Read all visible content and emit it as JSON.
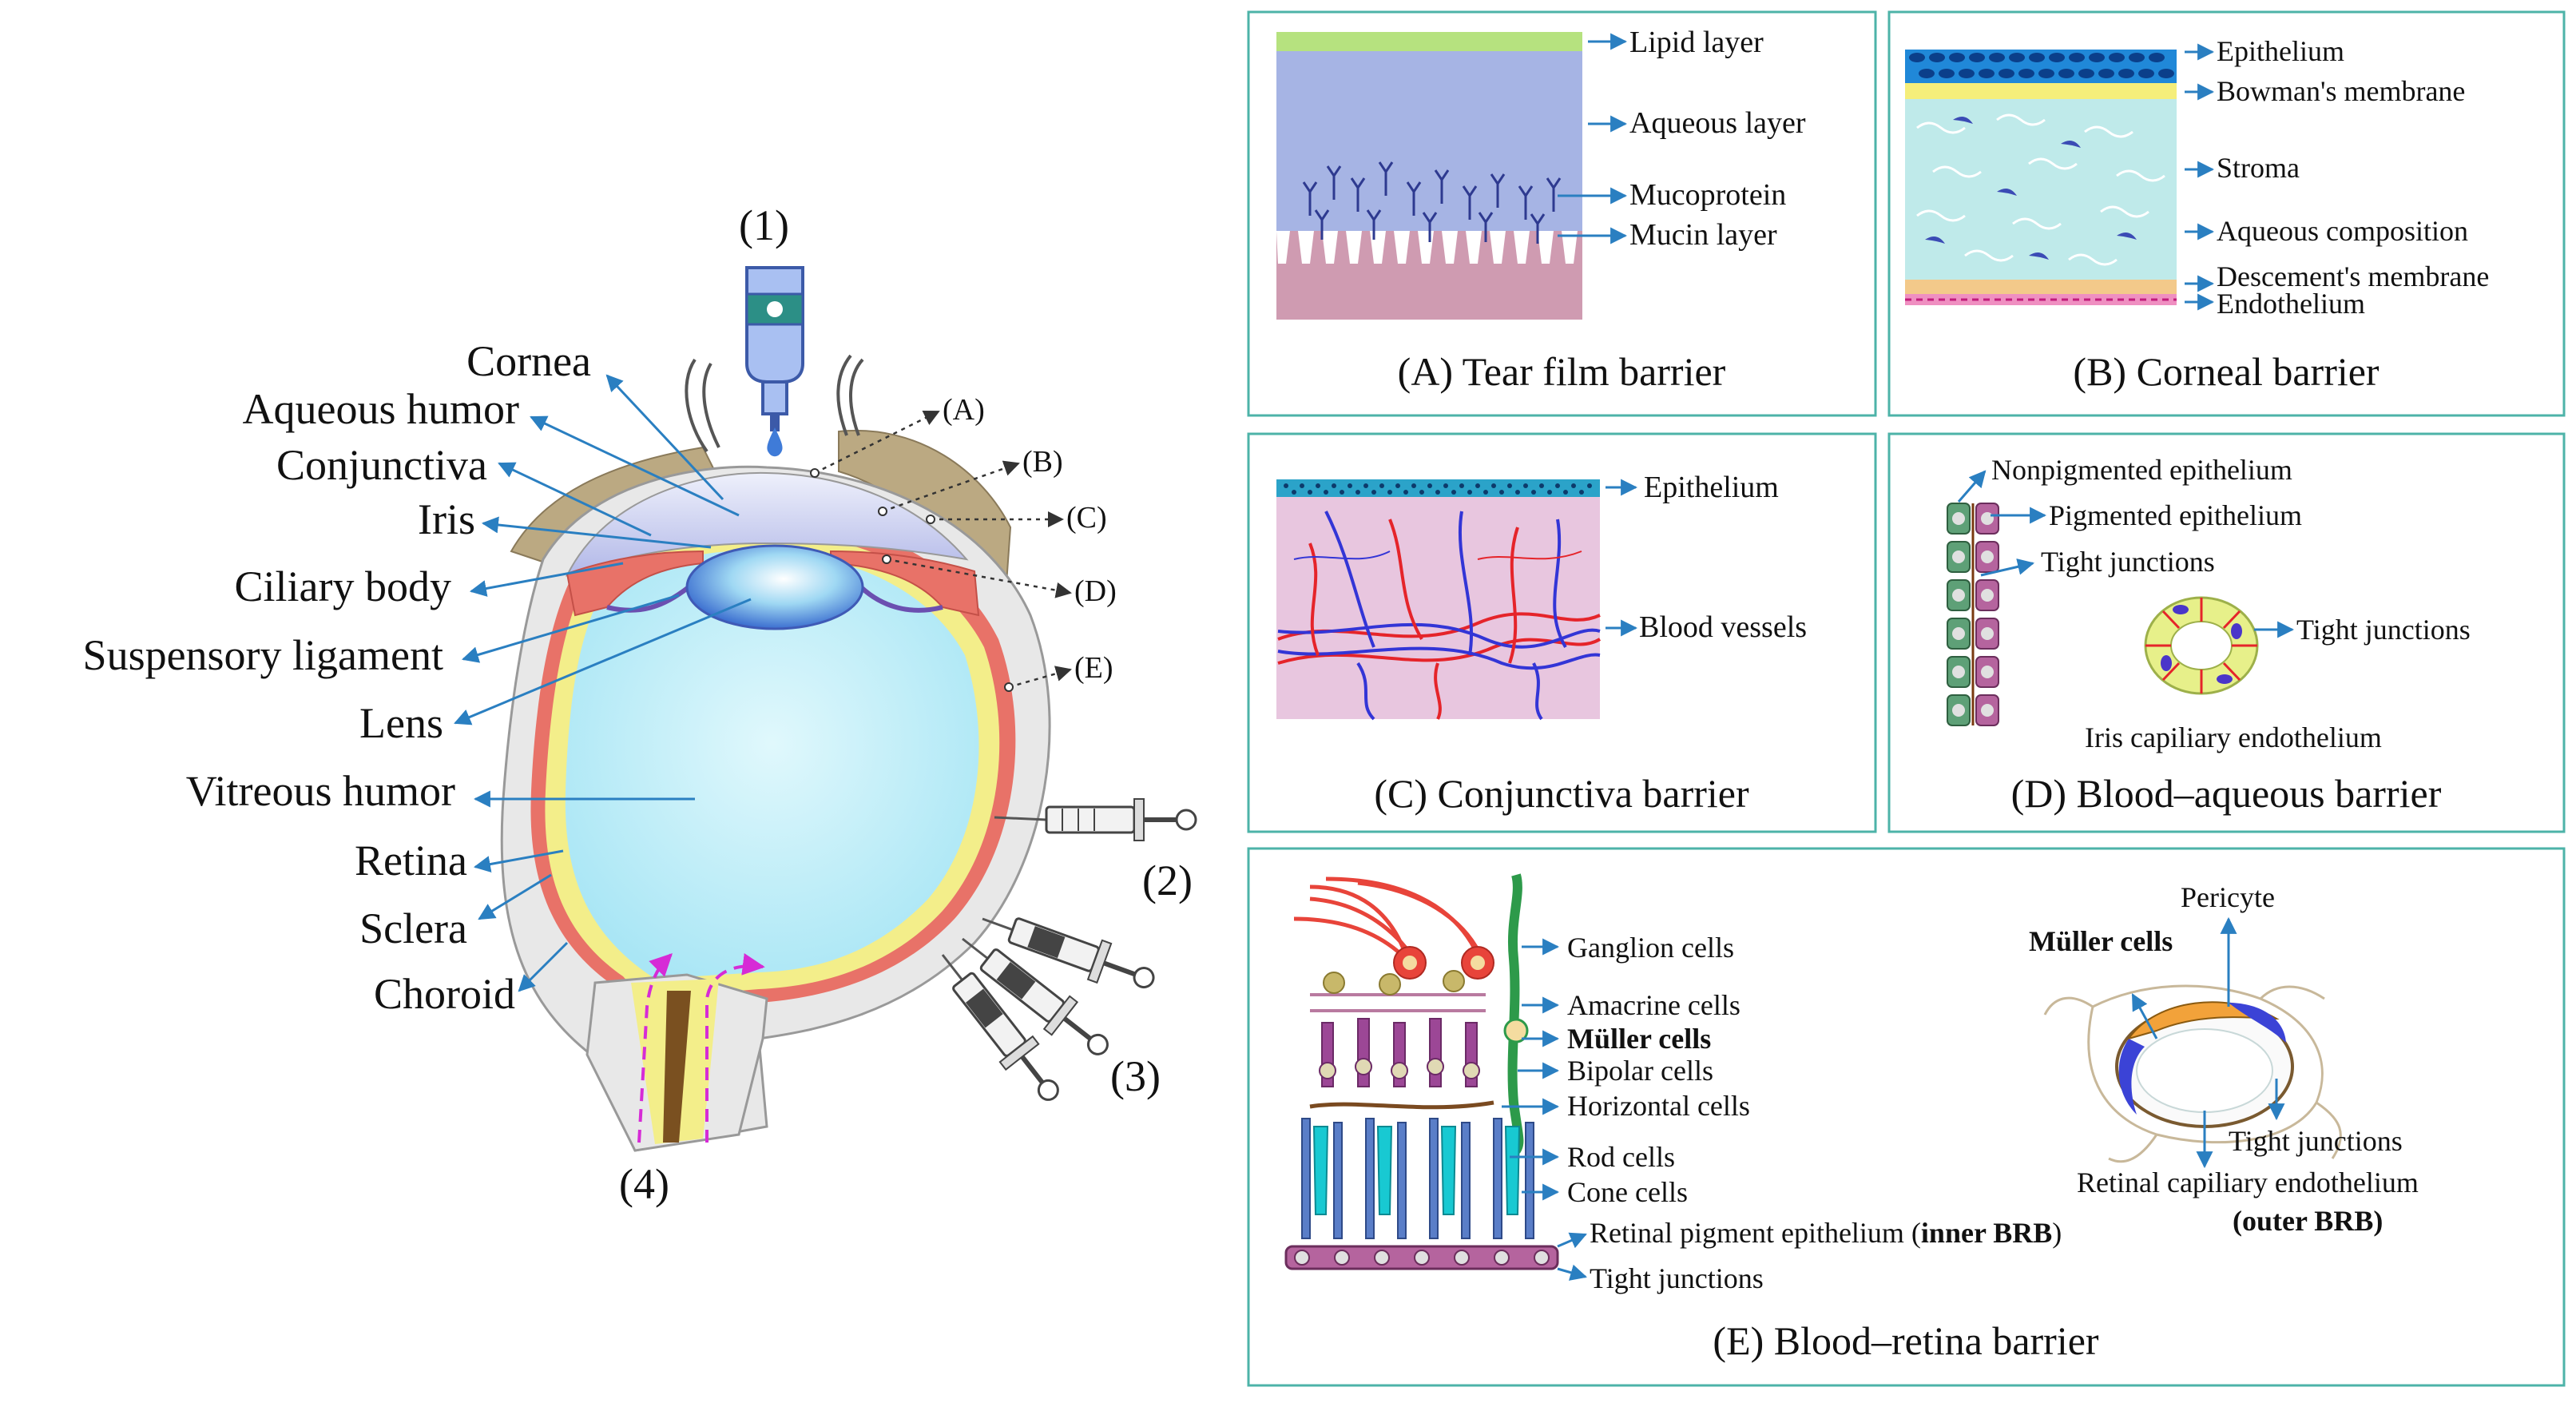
{
  "eye": {
    "labels": {
      "cornea": "Cornea",
      "aqueous_humor": "Aqueous humor",
      "conjunctiva": "Conjunctiva",
      "iris": "Iris",
      "ciliary_body": "Ciliary body",
      "suspensory_ligament": "Suspensory ligament",
      "lens": "Lens",
      "vitreous_humor": "Vitreous humor",
      "retina": "Retina",
      "sclera": "Sclera",
      "choroid": "Choroid"
    },
    "routes": {
      "r1": "(1)",
      "r2": "(2)",
      "r3": "(3)",
      "r4": "(4)"
    },
    "callouts": {
      "a": "(A)",
      "b": "(B)",
      "c": "(C)",
      "d": "(D)",
      "e": "(E)"
    }
  },
  "panels": {
    "a": {
      "title": "(A) Tear film barrier",
      "layers": [
        "Lipid layer",
        "Aqueous layer",
        "Mucoprotein",
        "Mucin layer"
      ]
    },
    "b": {
      "title": "(B) Corneal barrier",
      "layers": [
        "Epithelium",
        "Bowman's  membrane",
        "Stroma",
        "Aqueous composition",
        "Descement's membrane",
        "Endothelium"
      ]
    },
    "c": {
      "title": "(C) Conjunctiva barrier",
      "layers": [
        "Epithelium",
        "Blood vessels"
      ]
    },
    "d": {
      "title": "(D) Blood–aqueous barrier",
      "labels": [
        "Nonpigmented epithelium",
        "Pigmented epithelium",
        "Tight junctions",
        "Tight junctions",
        "Iris capiliary endothelium"
      ]
    },
    "e": {
      "title": "(E) Blood–retina barrier",
      "cells": [
        "Ganglion cells",
        "Amacrine cells",
        "Müller cells",
        "Bipolar cells",
        "Horizontal cells",
        "Rod cells",
        "Cone cells"
      ],
      "rpe": "Retinal pigment epithelium (",
      "inner_brb": "inner BRB",
      "rpe_close": ")",
      "tight": "Tight junctions",
      "pericyte": "Pericyte",
      "muller": "Müller cells",
      "tight2": "Tight junctions",
      "endo": "Retinal capiliary endothelium",
      "outer_brb": "(outer BRB)"
    }
  },
  "colors": {
    "panel_border": "#4db3a8",
    "arrow": "#2a7fc1",
    "vitreous": "#bfeef8",
    "retina": "#f3ee8a",
    "choroid": "#e87268",
    "sclera": "#e8e8e8",
    "eyelid": "#bba982",
    "lipid": "#b6e27f",
    "aqueous": "#a6b4e4",
    "mucin": "#cf9bb1",
    "stroma": "#bfeaea",
    "conj_tissue": "#e8c6df",
    "vessel_red": "#e5242a",
    "vessel_blue": "#3335d6"
  }
}
